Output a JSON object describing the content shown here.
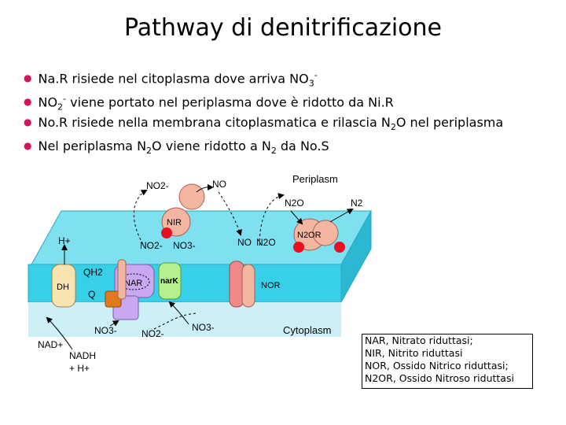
{
  "title": "Pathway di denitrificazione",
  "bullets": [
    {
      "pre": "Na.R risiede nel citoplasma dove arriva NO",
      "sub": "3",
      "sup": "-",
      "post": ""
    },
    {
      "pre": "NO",
      "sub": "2",
      "sup": "-",
      "post": " viene portato nel periplasma dove è ridotto da Ni.R"
    },
    {
      "pre": "No.R risiede nella membrana citoplasmatica e rilascia N",
      "sub": "2",
      "sup": "",
      "post": "O nel periplasma"
    },
    {
      "pre": "Nel periplasma N",
      "sub": "2",
      "sup": "",
      "post": "O viene ridotto a N",
      "sub2": "2",
      "post2": " da No.S"
    }
  ],
  "diagram": {
    "periplasm_label": "Periplasm",
    "cytoplasm_label": "Cytoplasm",
    "enzymes": {
      "nir": "NIR",
      "nar": "NAR",
      "nark": "narK",
      "nor": "NOR",
      "dh": "DH",
      "n2or": "N2OR"
    },
    "species": {
      "no2_top": "NO2-",
      "no_top": "NO",
      "n2o_top": "N2O",
      "n2_top": "N2",
      "no2_mem": "NO2-",
      "no3_mem": "NO3-",
      "no_mem": "NO",
      "n2o_mem": "N2O",
      "h_plus_top": "H+",
      "qh2": "QH2",
      "q": "Q",
      "no3_cyt": "NO3-",
      "no2_cyt": "NO2-",
      "no3_cyt2": "NO3-",
      "nad_plus": "NAD+",
      "nadh": "NADH",
      "h_plus_bottom": "+ H+"
    }
  },
  "legend": [
    "NAR, Nitrato riduttasi;",
    "NIR, Nitrito riduttasi",
    "NOR, Ossido Nitrico riduttasi;",
    "N2OR, Ossido Nitroso riduttasi"
  ],
  "colors": {
    "membrane": "#38cfe8",
    "membrane_top": "#7fe0f0",
    "enzyme_pink": "#f4b6a0",
    "enzyme_red": "#f08a8a",
    "nar_purple": "#c8a8f0",
    "nark_green": "#b4f08c",
    "dot_red": "#e8101e",
    "orange": "#e07a1c",
    "bullet": "#d4145a"
  }
}
